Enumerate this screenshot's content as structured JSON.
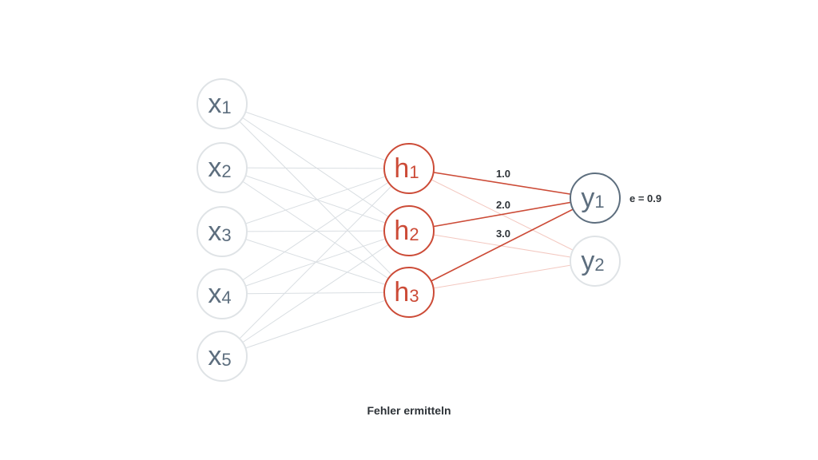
{
  "diagram": {
    "caption": "Fehler ermitteln",
    "error_label": "e = 0.9",
    "inputs": [
      {
        "id": "x1",
        "base": "x",
        "sub": "1"
      },
      {
        "id": "x2",
        "base": "x",
        "sub": "2"
      },
      {
        "id": "x3",
        "base": "x",
        "sub": "3"
      },
      {
        "id": "x4",
        "base": "x",
        "sub": "4"
      },
      {
        "id": "x5",
        "base": "x",
        "sub": "5"
      }
    ],
    "hidden": [
      {
        "id": "h1",
        "base": "h",
        "sub": "1"
      },
      {
        "id": "h2",
        "base": "h",
        "sub": "2"
      },
      {
        "id": "h3",
        "base": "h",
        "sub": "3"
      }
    ],
    "outputs": [
      {
        "id": "y1",
        "base": "y",
        "sub": "1",
        "active": true
      },
      {
        "id": "y2",
        "base": "y",
        "sub": "2",
        "active": false
      }
    ],
    "weights_to_y1": [
      "1.0",
      "2.0",
      "3.0"
    ],
    "colors": {
      "input_text": "#5d6e7e",
      "input_stroke": "#dfe3e6",
      "hidden": "#cc4b37",
      "output_active_stroke": "#5d6e7e",
      "output_inactive_stroke": "#dfe3e6",
      "edge_gray": "#d9dee2",
      "edge_red_faint": "#f3c8c0",
      "text_dark": "#2e3338"
    }
  }
}
